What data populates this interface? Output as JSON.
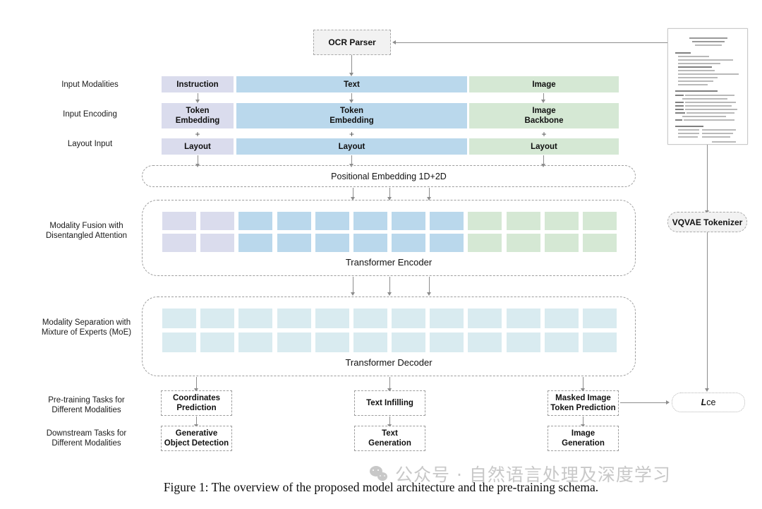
{
  "figure": {
    "caption": "Figure 1: The overview of the proposed model architecture and the pre-training schema.",
    "watermark": "公众号 · 自然语言处理及深度学习",
    "watermark_icon": "wechat-logo-icon"
  },
  "colors": {
    "instruction": "#dadced",
    "text": "#bad8ec",
    "image": "#d5e8d4",
    "decoder_cell": "#d9ebf0",
    "box_fill": "#f2f2f2",
    "line": "#8d8d8d",
    "dashed_border": "#9d9d9d"
  },
  "row_labels": [
    {
      "id": "input-modalities",
      "text": "Input Modalities"
    },
    {
      "id": "input-encoding",
      "text": "Input Encoding"
    },
    {
      "id": "layout-input",
      "text": "Layout Input"
    },
    {
      "id": "modality-fusion",
      "text": "Modality Fusion with\nDisentangled Attention"
    },
    {
      "id": "modality-separation",
      "text": "Modality Separation with\nMixture of Experts (MoE)"
    },
    {
      "id": "pretraining-tasks",
      "text": "Pre-training Tasks for\nDifferent Modalities"
    },
    {
      "id": "downstream-tasks",
      "text": "Downstream Tasks for\nDifferent Modalities"
    }
  ],
  "pipeline": {
    "ocr_parser": "OCR Parser",
    "vqvae_tokenizer": "VQVAE Tokenizer",
    "loss": {
      "italic": "L",
      "sub": "ce"
    }
  },
  "modalities": {
    "instruction": {
      "name": "Instruction",
      "encoding": "Token\nEmbedding",
      "layout": "Layout",
      "plus": "+"
    },
    "text": {
      "name": "Text",
      "encoding": "Token\nEmbedding",
      "layout": "Layout",
      "plus": "+"
    },
    "image": {
      "name": "Image",
      "encoding": "Image\nBackbone",
      "layout": "Layout",
      "plus": "+"
    }
  },
  "positional_embedding": "Positional Embedding 1D+2D",
  "encoder": {
    "caption": "Transformer Encoder",
    "rows": 2,
    "cells": [
      {
        "type": "instruction",
        "count": 2
      },
      {
        "type": "text",
        "count": 6
      },
      {
        "type": "image",
        "count": 4
      }
    ]
  },
  "decoder": {
    "caption": "Transformer Decoder",
    "rows": 2,
    "cells": [
      {
        "type": "decoder",
        "count": 12
      }
    ]
  },
  "tasks": {
    "pretraining": [
      {
        "id": "coordinates-prediction",
        "label": "Coordinates\nPrediction"
      },
      {
        "id": "text-infilling",
        "label": "Text Infilling"
      },
      {
        "id": "masked-image-token-prediction",
        "label": "Masked Image\nToken Prediction"
      }
    ],
    "downstream": [
      {
        "id": "generative-object-detection",
        "label": "Generative\nObject Detection"
      },
      {
        "id": "text-generation",
        "label": "Text\nGeneration"
      },
      {
        "id": "image-generation",
        "label": "Image\nGeneration"
      }
    ]
  },
  "document_thumbnail": {
    "name": "document-page-thumbnail",
    "description": "scanned document page"
  }
}
